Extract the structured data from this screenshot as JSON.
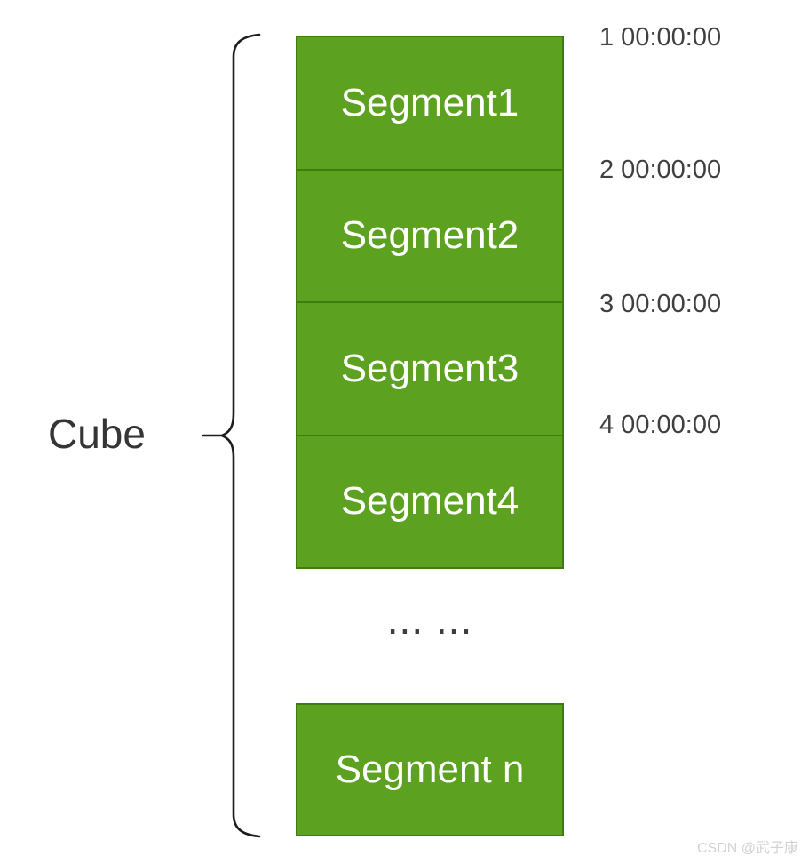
{
  "diagram": {
    "cube_label": "Cube",
    "segments": [
      {
        "label": "Segment1",
        "timestamp": "1 00:00:00"
      },
      {
        "label": "Segment2",
        "timestamp": "2 00:00:00"
      },
      {
        "label": "Segment3",
        "timestamp": "3 00:00:00"
      },
      {
        "label": "Segment4",
        "timestamp": "4 00:00:00"
      }
    ],
    "ellipsis": "... ...",
    "last_segment": {
      "label": "Segment n"
    },
    "colors": {
      "segment_fill": "#5ca220",
      "segment_border": "#3e7c10",
      "segment_text": "#ffffff",
      "label_text": "#3f3f3f",
      "brace_stroke": "#1c1c1c",
      "watermark_text": "#d2d2d2"
    }
  },
  "watermark": {
    "text": "CSDN @武子康"
  }
}
